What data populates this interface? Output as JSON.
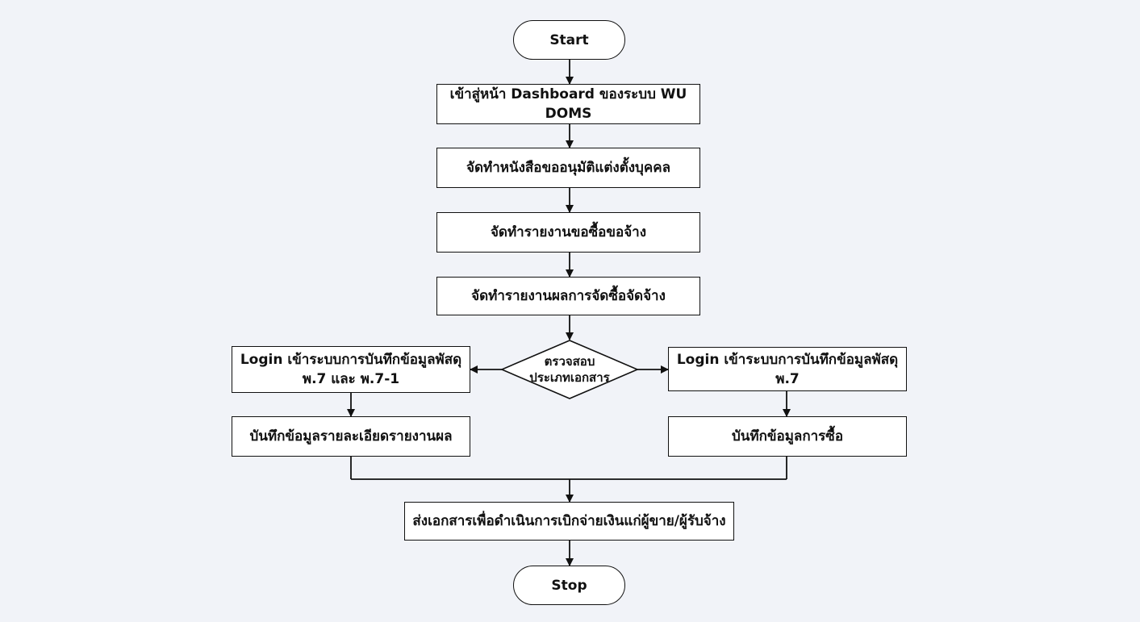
{
  "colors": {
    "background": "#f1f3f8",
    "node_fill": "#ffffff",
    "stroke": "#111111",
    "text": "#111111"
  },
  "flowchart": {
    "start": "Start",
    "step_dashboard": "เข้าสู่หน้า Dashboard ของระบบ WU DOMS",
    "step_approval_letter": "จัดทำหนังสือขออนุมัติแต่งตั้งบุคคล",
    "step_purchase_request": "จัดทำรายงานขอซื้อขอจ้าง",
    "step_procurement_result": "จัดทำรายงานผลการจัดซื้อจัดจ้าง",
    "decision_line1": "ตรวจสอบ",
    "decision_line2": "ประเภทเอกสาร",
    "left_login_line1": "Login เข้าระบบการบันทึกข้อมูลพัสดุ",
    "left_login_line2": "พ.7 และ พ.7-1",
    "left_record": "บันทึกข้อมูลรายละเอียดรายงานผล",
    "right_login": "Login เข้าระบบการบันทึกข้อมูลพัสดุ พ.7",
    "right_record": "บันทึกข้อมูลการซื้อ",
    "step_send_documents": "ส่งเอกสารเพื่อดำเนินการเบิกจ่ายเงินแก่ผู้ขาย/ผู้รับจ้าง",
    "stop": "Stop"
  }
}
